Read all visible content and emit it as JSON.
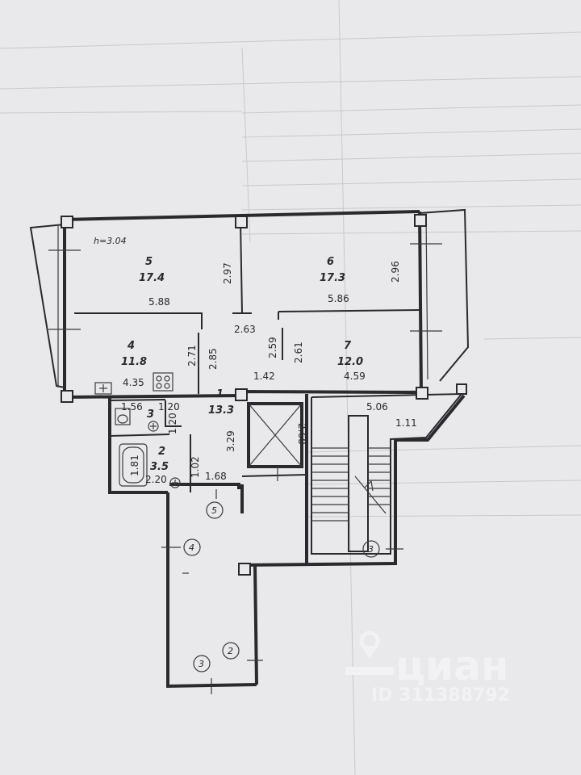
{
  "plan": {
    "ceiling_height": "h=3.04",
    "rooms": [
      {
        "number": "5",
        "area": "17.4"
      },
      {
        "number": "6",
        "area": "17.3"
      },
      {
        "number": "4",
        "area": "11.8"
      },
      {
        "number": "7",
        "area": "12.0"
      },
      {
        "number": "1",
        "area": "13.3"
      },
      {
        "number": "3",
        "area": ""
      },
      {
        "number": "2",
        "area": "3.5"
      }
    ],
    "dimensions": {
      "d297": "2.97",
      "d296": "2.96",
      "d588": "5.88",
      "d586": "5.86",
      "d263": "2.63",
      "d271": "2.71",
      "d285": "2.85",
      "d259": "2.59",
      "d261": "2.61",
      "d435": "4.35",
      "d142": "1.42",
      "d459": "4.59",
      "d156": "1.56",
      "d120a": "1.20",
      "d120b": "1.20",
      "d329": "3.29",
      "d181": "1.81",
      "d220": "2.20",
      "d102": "1.02",
      "d168": "1.68",
      "d506": "5.06",
      "d111": "1.11",
      "d268": "2.68"
    },
    "axes": {
      "a5": "5",
      "a4": "4",
      "a3a": "3",
      "a2": "2",
      "a3b": "3"
    }
  },
  "watermark": {
    "brand": "циан",
    "id_label": "ID 311388792"
  }
}
